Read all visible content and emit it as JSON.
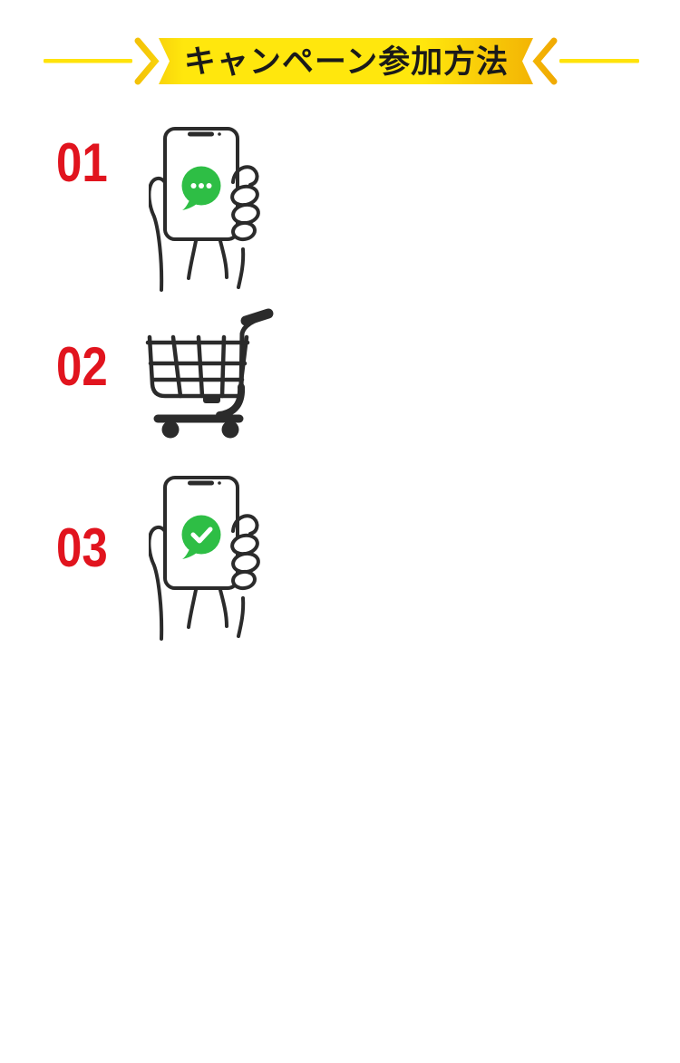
{
  "banner": {
    "title": "キャンペーン参加方法",
    "colors": {
      "gold_left": "#F2BE07",
      "yellow_bright": "#FFE70D",
      "orange_right": "#F0A802",
      "line_yellow": "#FFE30A",
      "text": "#1A1A1A"
    }
  },
  "steps": [
    {
      "number": "01",
      "icon": "phone-chat-icon"
    },
    {
      "number": "02",
      "icon": "shopping-cart-icon"
    },
    {
      "number": "03",
      "icon": "phone-check-icon"
    }
  ],
  "colors": {
    "step_number_red": "#E1141E",
    "icon_stroke": "#2B2B2B",
    "bubble_green": "#2EBE45",
    "page_background": "#FFFFFF"
  }
}
